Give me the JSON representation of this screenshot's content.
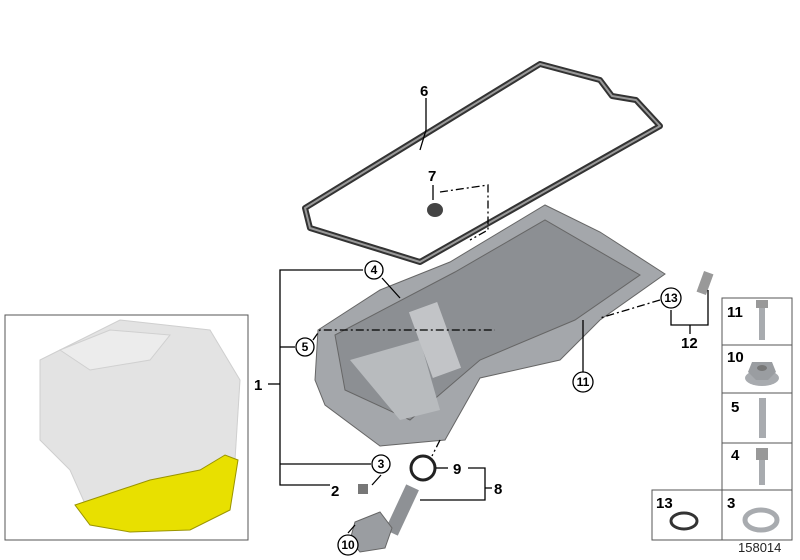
{
  "diagram_number": "158014",
  "callouts": {
    "c1": "1",
    "c2": "2",
    "c3": "3",
    "c4": "4",
    "c5": "5",
    "c6": "6",
    "c7": "7",
    "c8": "8",
    "c9": "9",
    "c10": "10",
    "c11": "11",
    "c12": "12",
    "c13": "13"
  },
  "parts_table": {
    "rows": [
      "11",
      "10",
      "5",
      "4",
      "13",
      "3"
    ]
  },
  "colors": {
    "highlight": "#e8e000",
    "part_grey": "#a4a7ab",
    "line": "#000000"
  }
}
